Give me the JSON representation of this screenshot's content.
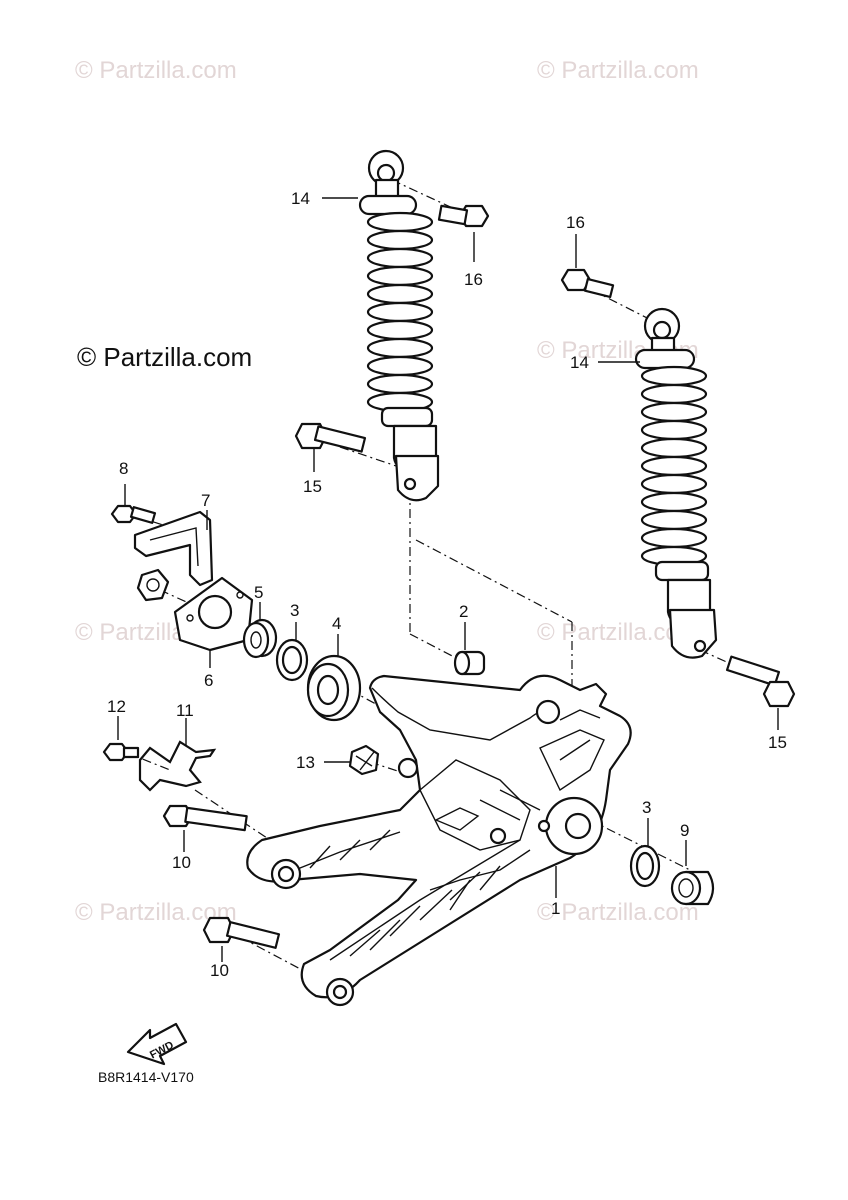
{
  "watermarks": {
    "top_left": "© Partzilla.com",
    "top_right": "© Partzilla.com",
    "mid_left_bold": "© Partzilla.com",
    "mid_right": "© Partzilla.com",
    "lower_left": "© Partzilla.com",
    "lower_right": "© Partzilla.com",
    "bottom_left": "© Partzilla.com",
    "bottom_right": "© Partzilla.com"
  },
  "callouts": {
    "c1": "1",
    "c2": "2",
    "c3a": "3",
    "c3b": "3",
    "c4": "4",
    "c5": "5",
    "c6": "6",
    "c7": "7",
    "c8": "8",
    "c9": "9",
    "c10a": "10",
    "c10b": "10",
    "c11": "11",
    "c12": "12",
    "c13": "13",
    "c14a": "14",
    "c14b": "14",
    "c15a": "15",
    "c15b": "15",
    "c16a": "16",
    "c16b": "16"
  },
  "fwd_label": "FWD",
  "diagram_code": "B8R1414-V170"
}
